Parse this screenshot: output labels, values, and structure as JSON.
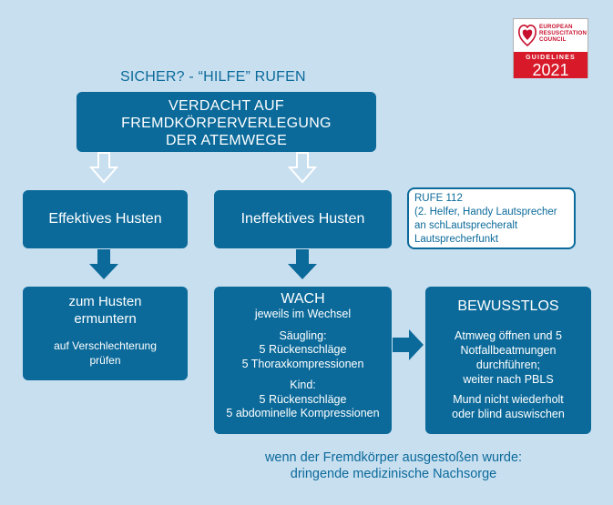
{
  "title": "SICHER? - “HILFE” RUFEN",
  "main_box": [
    "VERDACHT AUF",
    "FREMDKÖRPERVERLEGUNG",
    "DER ATEMWEGE"
  ],
  "effective": "Effektives Husten",
  "ineffective": "Ineffektives Husten",
  "rufe": [
    "RUFE 112",
    "(2. Helfer, Handy Lautsprecher",
    "an schLautsprecheralt",
    "Lautsprecherfunkt"
  ],
  "ermuntern": {
    "head": [
      "zum Husten",
      "ermuntern"
    ],
    "sub": [
      "auf Verschlechterung",
      "prüfen"
    ]
  },
  "wach": {
    "head": "WACH",
    "sub": "jeweils im Wechsel",
    "saeugling": [
      "Säugling:",
      "5 Rückenschläge",
      "5 Thoraxkompressionen"
    ],
    "kind": [
      "Kind:",
      "5 Rückenschläge",
      "5 abdominelle Kompressionen"
    ]
  },
  "bewusstlos": {
    "head": "BEWUSSTLOS",
    "steps": [
      "Atmweg öffnen und 5",
      "Notfallbeatmungen",
      "durchführen;",
      "weiter nach PBLS"
    ],
    "note": [
      "Mund nicht wiederholt",
      "oder blind auswischen"
    ]
  },
  "bottom_note": [
    "wenn der Fremdkörper ausgestoßen wurde:",
    "dringende medizinische Nachsorge"
  ],
  "logo": {
    "org": [
      "EUROPEAN",
      "RESUSCITATION",
      "COUNCIL"
    ],
    "label": "GUIDELINES",
    "year": "2021"
  },
  "colors": {
    "primary": "#0b6a9a",
    "background": "#c8dff0",
    "logo_red": "#d7192a"
  }
}
